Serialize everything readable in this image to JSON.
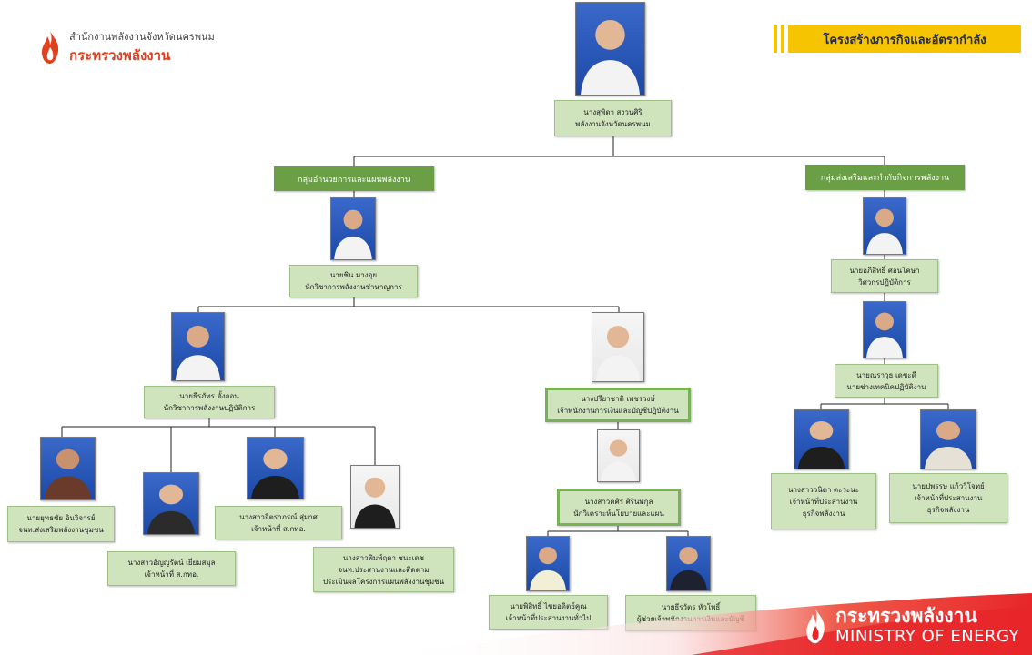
{
  "header": {
    "org_line1": "สำนักงานพลังงานจังหวัดนครพนม",
    "org_line2": "กระทรวงพลังงาน",
    "title": "โครงสร้างภารกิจและอัตรากำลัง"
  },
  "head": {
    "name": "นางสุพิดา สงวนศิริ",
    "position": "พลังงานจังหวัดนครพนม"
  },
  "groups": {
    "left": "กลุ่มอำนวยการและแผนพลังงาน",
    "right": "กลุ่มส่งเสริมและกำกับกิจการพลังงาน"
  },
  "people": {
    "p_chin": {
      "name": "นายชิน มางอุย",
      "position": "นักวิชาการพลังงานชำนาญการ"
    },
    "p_theera": {
      "name": "นายธีรภัทร ตั้งถอน",
      "position": "นักวิชาการพลังงานปฏิบัติการ"
    },
    "p_pricha": {
      "name": "นางปรียาชาติ เพชรวงษ์",
      "position": "เจ้าพนักงานการเงินและบัญชีปฏิบัติงาน"
    },
    "p_yutthachai": {
      "name": "นายยุทธชัย อินวิจารย์",
      "position": "จนท.ส่งเสริมพลังงานชุมชน"
    },
    "p_anchalee": {
      "name": "นางสาวอัญญรัตน์ เยี่ยมสมุล",
      "position": "เจ้าหน้าที่ ส.กทอ."
    },
    "p_jitraporn": {
      "name": "นางสาวจิตราภรณ์ สุ่มาศ",
      "position": "เจ้าหน้าที่ ส.กทอ."
    },
    "p_phimpida": {
      "name": "นางสาวพิมพ์ฤดา ชนะเดช",
      "position": "จนท.ประสานงานและติดตาม",
      "position2": "ประเมินผลโครงการแผนพลังงานชุมชน"
    },
    "p_aksorn": {
      "name": "นางสาวคศิร ศิรินพกุล",
      "position": "นักวิเคราะห์นโยบายและแผน"
    },
    "p_phisit": {
      "name": "นายพิสิทธิ์ ไชยอดิตย์คูณ",
      "position": "เจ้าหน้าที่ประสานงานทั่วไป"
    },
    "p_thirawat": {
      "name": "นายธีรวัตร หัวโพธิ์",
      "position": "ผู้ช่วยเจ้าพนักงานการเงินและบัญชี"
    },
    "p_aphisit": {
      "name": "นายอภิสิทธิ์ ศอนโคษา",
      "position": "วิศวกรปฏิบัติการ"
    },
    "p_narawut": {
      "name": "นายณราวุธ เดชะดี",
      "position": "นายช่างเทคนิคปฏิบัติงาน"
    },
    "p_wanida": {
      "name": "นางสาววนิดา ตะวะนะ",
      "position": "เจ้าหน้าที่ประสานงาน",
      "position2": "ธุรกิจพลังงาน"
    },
    "p_patsakorn": {
      "name": "นายปพรรษ แก้ววิโจทย์",
      "position": "เจ้าหน้าที่ประสานงาน",
      "position2": "ธุรกิจพลังงาน"
    }
  },
  "footer": {
    "brand_thai": "กระทรวงพลังงาน",
    "brand_en": "MINISTRY OF ENERGY"
  },
  "colors": {
    "box_fill": "#cfe3bd",
    "dept_fill": "#6a9f45",
    "title_fill": "#f6c400",
    "footer_red": "#e8262a"
  },
  "icons": [
    "flame-logo-icon",
    "person-photo-icon"
  ]
}
